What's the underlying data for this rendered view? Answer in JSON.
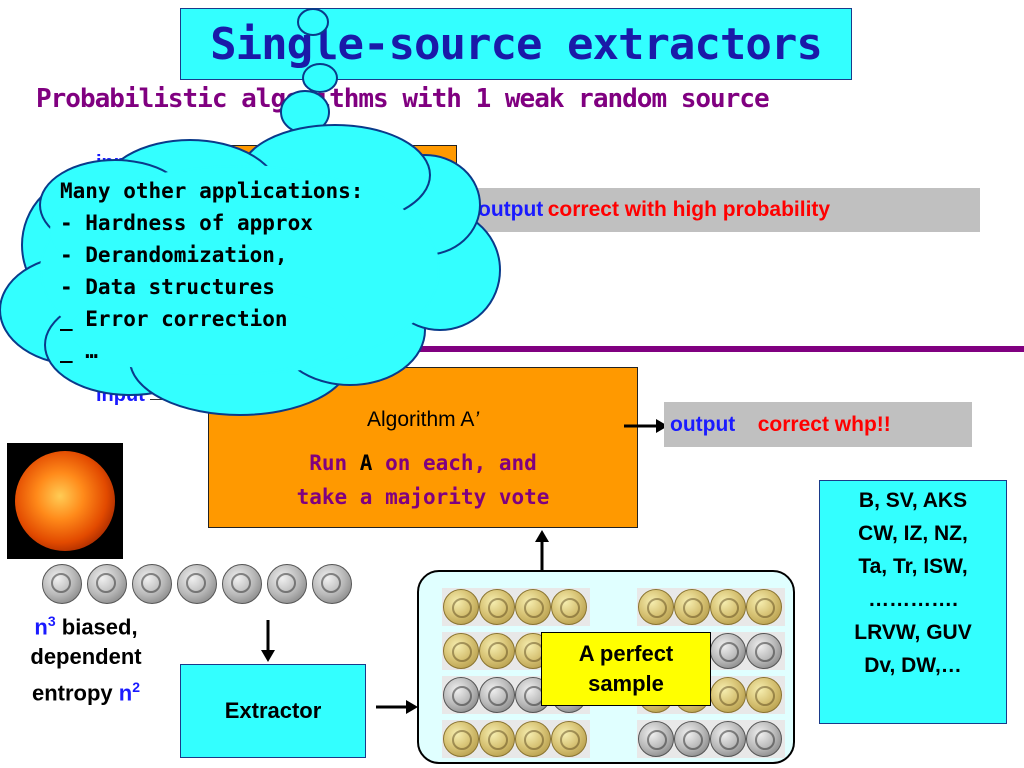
{
  "title": "Single-source extractors",
  "subtitle": "Probabilistic algorithms with 1 weak random source",
  "top_row": {
    "input_label": "input",
    "output_label": "output",
    "output_note": "correct with high probability"
  },
  "bottom_row": {
    "input_label": "input",
    "algorithm_label": "Algorithm  A",
    "algorithm_prime": "’",
    "run_prefix": "Run ",
    "run_a": "A",
    "run_suffix": " on each, and",
    "run_line2": "take a majority vote",
    "output_label": "output",
    "output_note": "correct whp!!"
  },
  "cloud": {
    "heading": "Many other applications:",
    "items": [
      "- Hardness of approx",
      "- Derandomization,",
      "- Data structures",
      "_ Error correction",
      "_ …"
    ]
  },
  "source": {
    "n_label": "n",
    "n_exp": "3",
    "desc_1": " biased,",
    "desc_2": "dependent",
    "desc_3": "entropy ",
    "entropy_n": "n",
    "entropy_exp": "2"
  },
  "extractor_label": "Extractor",
  "perfect_sample": [
    "A perfect",
    "sample"
  ],
  "references": [
    "B, SV, AKS",
    "CW, IZ, NZ,",
    "Ta, Tr, ISW,",
    "………….",
    "LRVW, GUV",
    "Dv, DW,…"
  ],
  "colors": {
    "title_bg": "#33ffff",
    "title_text": "#1a1aa8",
    "subtitle": "#800080",
    "orange": "#ff9900",
    "blue_text": "#1a1aff",
    "red_text": "#ff0000",
    "cloud_fill": "#33ffff",
    "sample_bg": "#ffff00",
    "samples_panel_bg": "#e0ffff"
  },
  "icons": [
    "sun-image",
    "coin-icon",
    "down-arrow-icon",
    "right-arrow-icon",
    "up-arrow-icon",
    "thought-cloud"
  ]
}
